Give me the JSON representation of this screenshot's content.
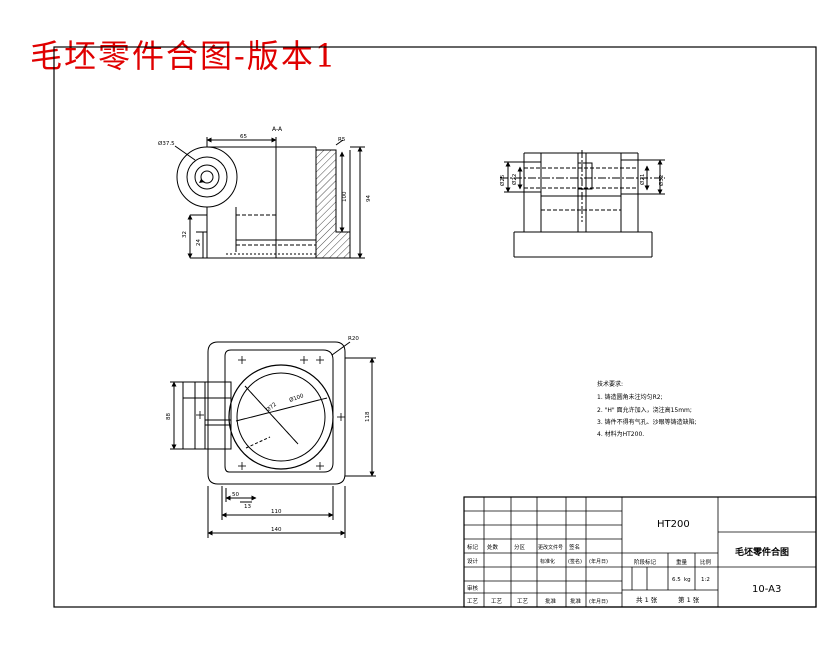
{
  "header": {
    "title": "毛坯零件合图-版本1"
  },
  "views": {
    "section_label": "A-A",
    "front": {
      "dims": {
        "phi_left": "Ø37.5",
        "top_width": "65",
        "chamfer": "R5",
        "h_inner": "100",
        "h_outer": "94",
        "h_low": "32",
        "h_base": "24"
      }
    },
    "side": {
      "dims": {
        "left_outer": "Ø25",
        "left_inner": "Ø22",
        "right_inner": "Ø21",
        "right_outer": "Ø32"
      }
    },
    "plan": {
      "dims": {
        "radius": "R20",
        "dia_inner": "Ø72",
        "dia_outer": "Ø100",
        "h_left": "88",
        "h_right": "118",
        "w_small": "50",
        "w_tiny": "13",
        "w_mid": "110",
        "w_total": "140"
      }
    }
  },
  "notes": {
    "title": "技术要求:",
    "items": [
      "1. 铸造圆角未注均匀R2;",
      "2. \"H\" 面允许加入，浇注高15mm;",
      "3. 铸件不得有气孔、沙眼等铸造缺陷;",
      "4. 材料为HT200."
    ]
  },
  "title_block": {
    "material": "HT200",
    "part_name": "毛坯零件合图",
    "drawing_no": "10-A3",
    "weight": "6.5",
    "weight_unit": "kg",
    "scale": "1:2",
    "sheet_total": "共 1 张",
    "sheet_num": "第 1 张",
    "stage_label": "阶段标记",
    "weight_label": "重量",
    "scale_label": "比例",
    "rev_labels": [
      "标记",
      "处数",
      "分区",
      "更改文件号",
      "签名"
    ],
    "design_row": [
      "设计",
      "标准化",
      "(签名)",
      "(年月日)"
    ],
    "review": "审核",
    "craft_row": [
      "工艺",
      "工艺",
      "工艺",
      "批准",
      "批准",
      "(年月日)"
    ]
  }
}
